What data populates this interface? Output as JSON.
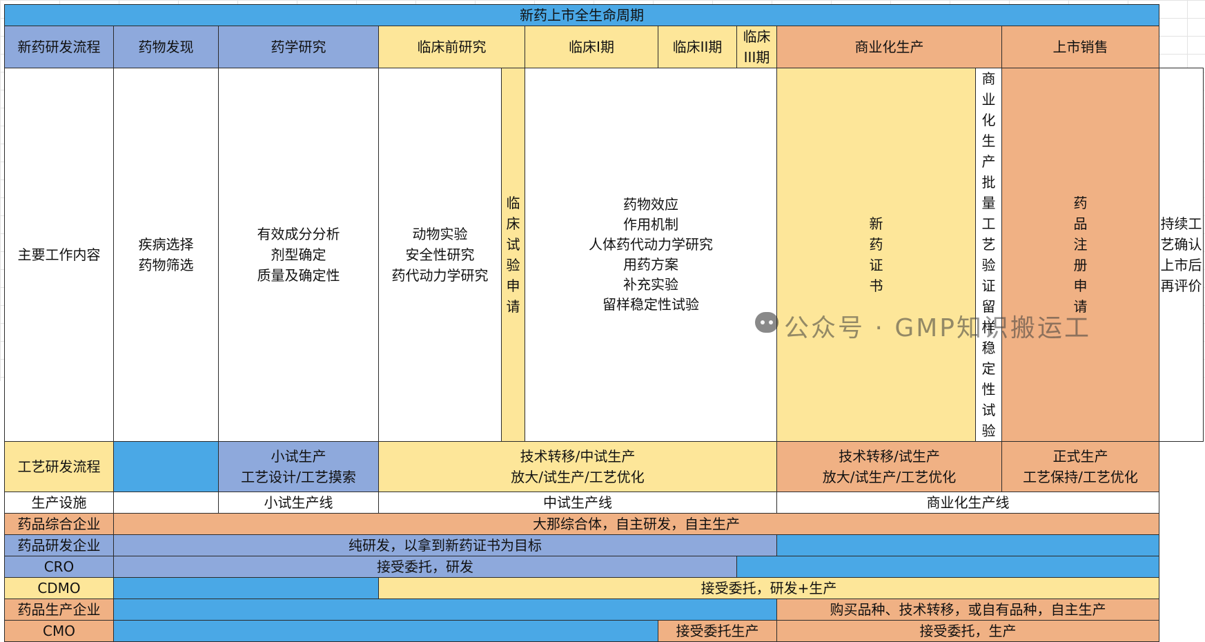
{
  "title": "新药上市全生命周期",
  "header": {
    "process_label": "新药研发流程",
    "drug_discovery": "药物发现",
    "pharma_research": "药学研究",
    "preclinical": "临床前研究",
    "phase1": "临床I期",
    "phase2": "临床II期",
    "phase3": "临床III期",
    "commercial": "商业化生产",
    "market": "上市销售"
  },
  "main_work": {
    "label": "主要工作内容",
    "discovery": [
      "疾病选择",
      "药物筛选"
    ],
    "pharma": [
      "有效成分分析",
      "剂型确定",
      "质量及确定性"
    ],
    "preclinical": [
      "动物实验",
      "安全性研究",
      "药代动力学研究"
    ],
    "ind_chars": [
      "临",
      "床",
      "试",
      "验",
      "申",
      "请"
    ],
    "clinical": [
      "药物效应",
      "作用机制",
      "人体药代动力学研究",
      "用药方案",
      "补充实验",
      "留样稳定性试验"
    ],
    "nda_chars": [
      "新",
      "药",
      "证",
      "书"
    ],
    "commercial": [
      "商业化生产批量工艺验证",
      "留样稳定性试验"
    ],
    "reg_chars": [
      "药",
      "品",
      "注",
      "册",
      "申",
      "请"
    ],
    "market": [
      "持续工艺确认",
      "上市后再评价"
    ]
  },
  "process_dev": {
    "label": "工艺研发流程",
    "pharma": [
      "小试生产",
      "工艺设计/工艺摸索"
    ],
    "clinical": [
      "技术转移/中试生产",
      "放大/试生产/工艺优化"
    ],
    "commercial": [
      "技术转移/试生产",
      "放大/试生产/工艺优化"
    ],
    "market": [
      "正式生产",
      "工艺保持/工艺优化"
    ]
  },
  "facilities": {
    "label": "生产设施",
    "small": "小试生产线",
    "pilot": "中试生产线",
    "commercial": "商业化生产线"
  },
  "integrated": {
    "label": "药品综合企业",
    "desc": "大那综合体，自主研发，自主生产"
  },
  "rd_company": {
    "label": "药品研发企业",
    "desc": "纯研发，以拿到新药证书为目标"
  },
  "cro": {
    "label": "CRO",
    "desc": "接受委托，研发"
  },
  "cdmo": {
    "label": "CDMO",
    "desc": "接受委托，研发+生产"
  },
  "manufacturer": {
    "label": "药品生产企业",
    "desc": "购买品种、技术转移，或自有品种，自主生产"
  },
  "cmo": {
    "label": "CMO",
    "desc_left": "接受委托生产",
    "desc_right": "接受委托，生产"
  },
  "watermark": "公众号 · GMP知识搬运工",
  "colors": {
    "blue": "#4aa8e6",
    "lavender": "#8ea9dc",
    "yellow": "#fde699",
    "orange": "#f0b184"
  }
}
